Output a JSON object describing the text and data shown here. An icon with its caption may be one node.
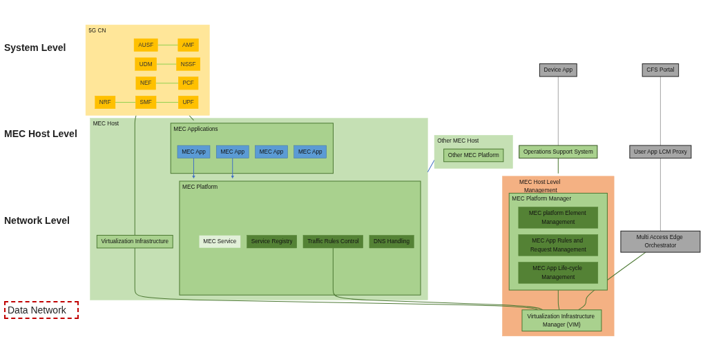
{
  "diagram": {
    "nodes": [
      {
        "text": [
          "Device App"
        ]
      },
      {
        "text": [
          "Operations Support System"
        ]
      },
      {
        "text": [
          "CFS Portal"
        ]
      },
      {
        "text": [
          "User App LCM Proxy"
        ]
      },
      {
        "text": [
          "Multi Access Edge Orchestrator"
        ]
      },
      {
        "text": [
          "Other MEC Host"
        ]
      },
      {
        "text": [
          "Other MEC Platform"
        ],
        "in": 5
      },
      {
        "text": [
          "MEC Host"
        ]
      },
      {
        "text": [
          "MEC Applications"
        ],
        "in": 7
      },
      {
        "text": [
          "MEC App"
        ],
        "in": 8
      },
      {
        "text": [
          "MEC App"
        ],
        "in": 8
      },
      {
        "text": [
          "MEC App"
        ],
        "in": 8
      },
      {
        "text": [
          "MEC App"
        ],
        "in": 8
      },
      {
        "text": [
          "Virtualization Infrastructure"
        ],
        "in": 7
      },
      {
        "text": [
          "MEC Platform"
        ],
        "in": 7
      },
      {
        "text": [
          "MEC Service"
        ],
        "in": 14
      },
      {
        "text": [
          "Service Registry"
        ],
        "in": 14
      },
      {
        "text": [
          "Traffic Rules Control"
        ],
        "in": 14
      },
      {
        "text": [
          "DNS Handling"
        ],
        "in": 14
      },
      {
        "text": [
          "MEC Host Level Management"
        ]
      },
      {
        "text": [
          "MEC Platform Manager"
        ],
        "in": 19
      },
      {
        "text": [
          "MEC platform Element Management"
        ],
        "in": 20
      },
      {
        "text": [
          "MEC App Rules and Request Management"
        ],
        "in": 20
      },
      {
        "text": [
          "MEC App Life-cycle Management"
        ],
        "in": 20
      },
      {
        "text": [
          "Virtualization Infrastructure Manager (VIM)"
        ],
        "in": 19
      },
      {
        "text": [
          "5G CN"
        ]
      },
      {
        "text": [
          "AUSF"
        ],
        "in": 25
      },
      {
        "text": [
          "UDM"
        ],
        "in": 25
      },
      {
        "text": [
          "NRF"
        ],
        "in": 25
      },
      {
        "text": [
          "NEF"
        ],
        "in": 25
      },
      {
        "text": [
          "AMF"
        ],
        "in": 25
      },
      {
        "text": [
          "NSSF"
        ],
        "in": 25
      },
      {
        "text": [
          "SMF"
        ],
        "in": 25
      },
      {
        "text": [
          "PCF"
        ],
        "in": 25
      },
      {
        "text": [
          "UPF"
        ],
        "in": 25
      }
    ],
    "edges": [
      {
        "from": 0,
        "to": 1,
        "arrow": "none",
        "color": "#a6a6a6"
      },
      {
        "from": 2,
        "to": 3,
        "arrow": "none",
        "color": "#a6a6a6"
      },
      {
        "from": 3,
        "to": 4,
        "arrow": "none",
        "color": "#a6a6a6"
      },
      {
        "from": 1,
        "to": 19,
        "arrow": "none"
      },
      {
        "from": 4,
        "to": 24,
        "arrow": "none"
      },
      {
        "from": 5,
        "to": 7,
        "arrow": "none",
        "color": "#4472c4"
      },
      {
        "from": 9,
        "to": 14,
        "arrow": "to",
        "color": "#4472c4"
      },
      {
        "from": 10,
        "to": 14,
        "arrow": "to",
        "color": "#4472c4"
      },
      {
        "from": 25,
        "to": 8,
        "arrow": "none"
      },
      {
        "from": 25,
        "to": 13,
        "arrow": "none"
      },
      {
        "from": 13,
        "to": 24,
        "arrow": "none"
      },
      {
        "from": 17,
        "to": 24,
        "arrow": "none"
      },
      {
        "from": 20,
        "to": 24,
        "arrow": "none"
      },
      {
        "from": 26,
        "to": 30,
        "arrow": "none",
        "color": "#92d050"
      },
      {
        "from": 27,
        "to": 31,
        "arrow": "none",
        "color": "#92d050"
      },
      {
        "from": 28,
        "to": 32,
        "arrow": "none",
        "color": "#92d050"
      },
      {
        "from": 29,
        "to": 33,
        "arrow": "none",
        "color": "#92d050"
      },
      {
        "from": 32,
        "to": 34,
        "arrow": "none",
        "color": "#92d050"
      }
    ],
    "labels": [
      "System Level",
      "MEC Host Level",
      "Network Level",
      "Data Network"
    ]
  }
}
